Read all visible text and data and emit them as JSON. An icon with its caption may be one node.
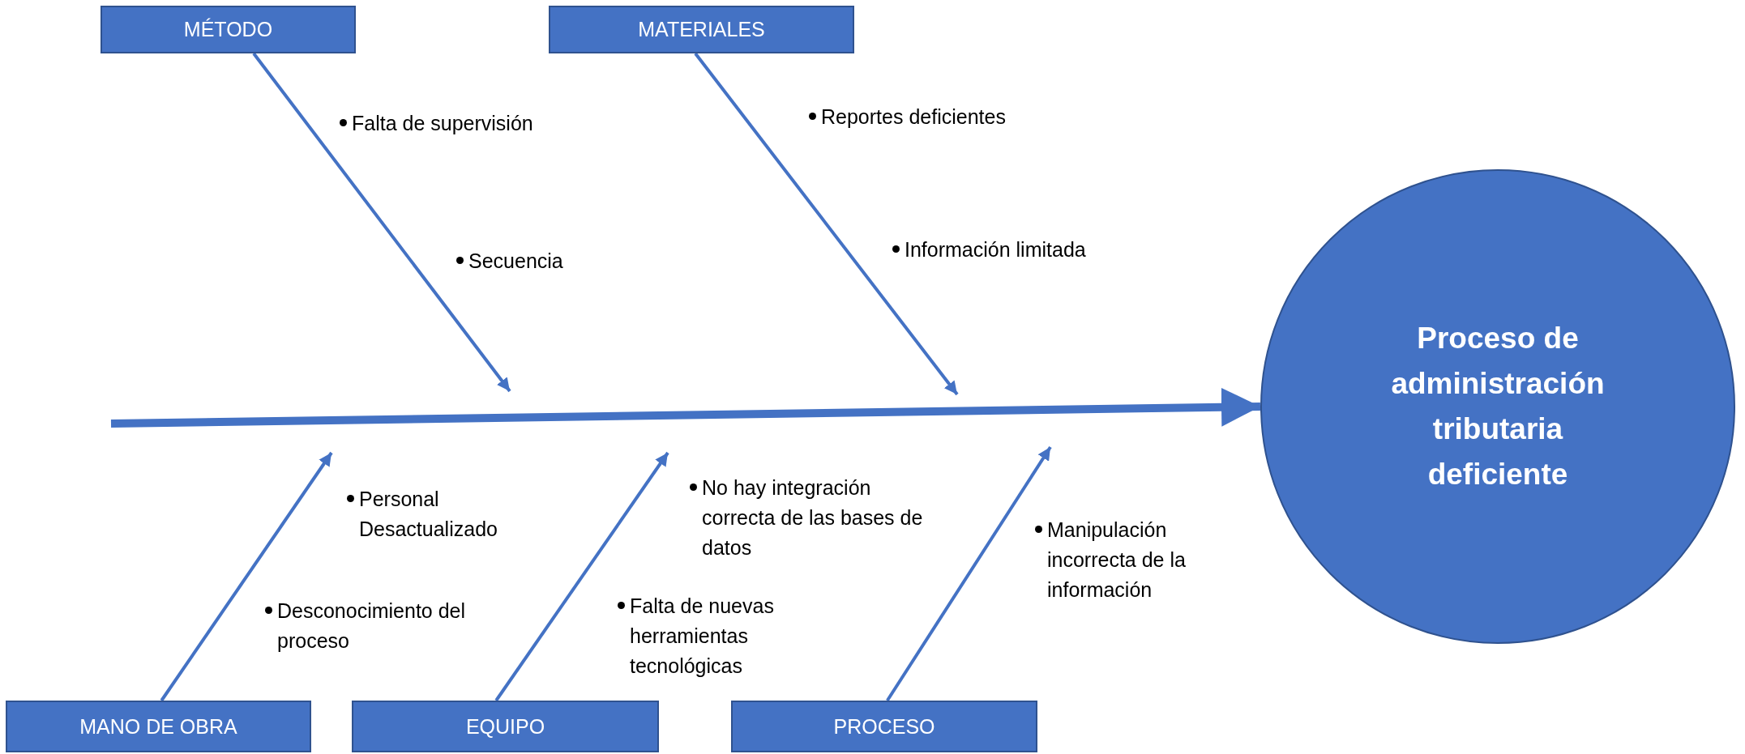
{
  "diagram": {
    "nodes": [
      {
        "text": [
          "MÉTODO"
        ]
      },
      {
        "text": [
          "MATERIALES"
        ]
      },
      {
        "text": [
          "Proceso de administración tributaria deficiente"
        ]
      },
      {
        "text": [
          "MANO DE OBRA"
        ]
      },
      {
        "text": [
          "EQUIPO"
        ]
      },
      {
        "text": [
          "PROCESO"
        ]
      }
    ],
    "edges": [
      {
        "from": 0,
        "to": null,
        "arrow": "to"
      },
      {
        "from": 1,
        "to": null,
        "arrow": "to"
      },
      {
        "from": null,
        "to": 2,
        "arrow": "to",
        "style": "thick"
      },
      {
        "from": 3,
        "to": null,
        "arrow": "to"
      },
      {
        "from": 4,
        "to": null,
        "arrow": "to"
      },
      {
        "from": 5,
        "to": null,
        "arrow": "to"
      }
    ],
    "labels": [
      "Falta de supervisión",
      "Reportes deficientes",
      "Secuencia",
      "Información limitada",
      "Personal Desactualizado",
      "No hay integración correcta de las bases de datos",
      "Manipulación incorrecta de la información",
      "Desconocimiento del proceso",
      "Falta de nuevas herramientas tecnológicas"
    ]
  }
}
